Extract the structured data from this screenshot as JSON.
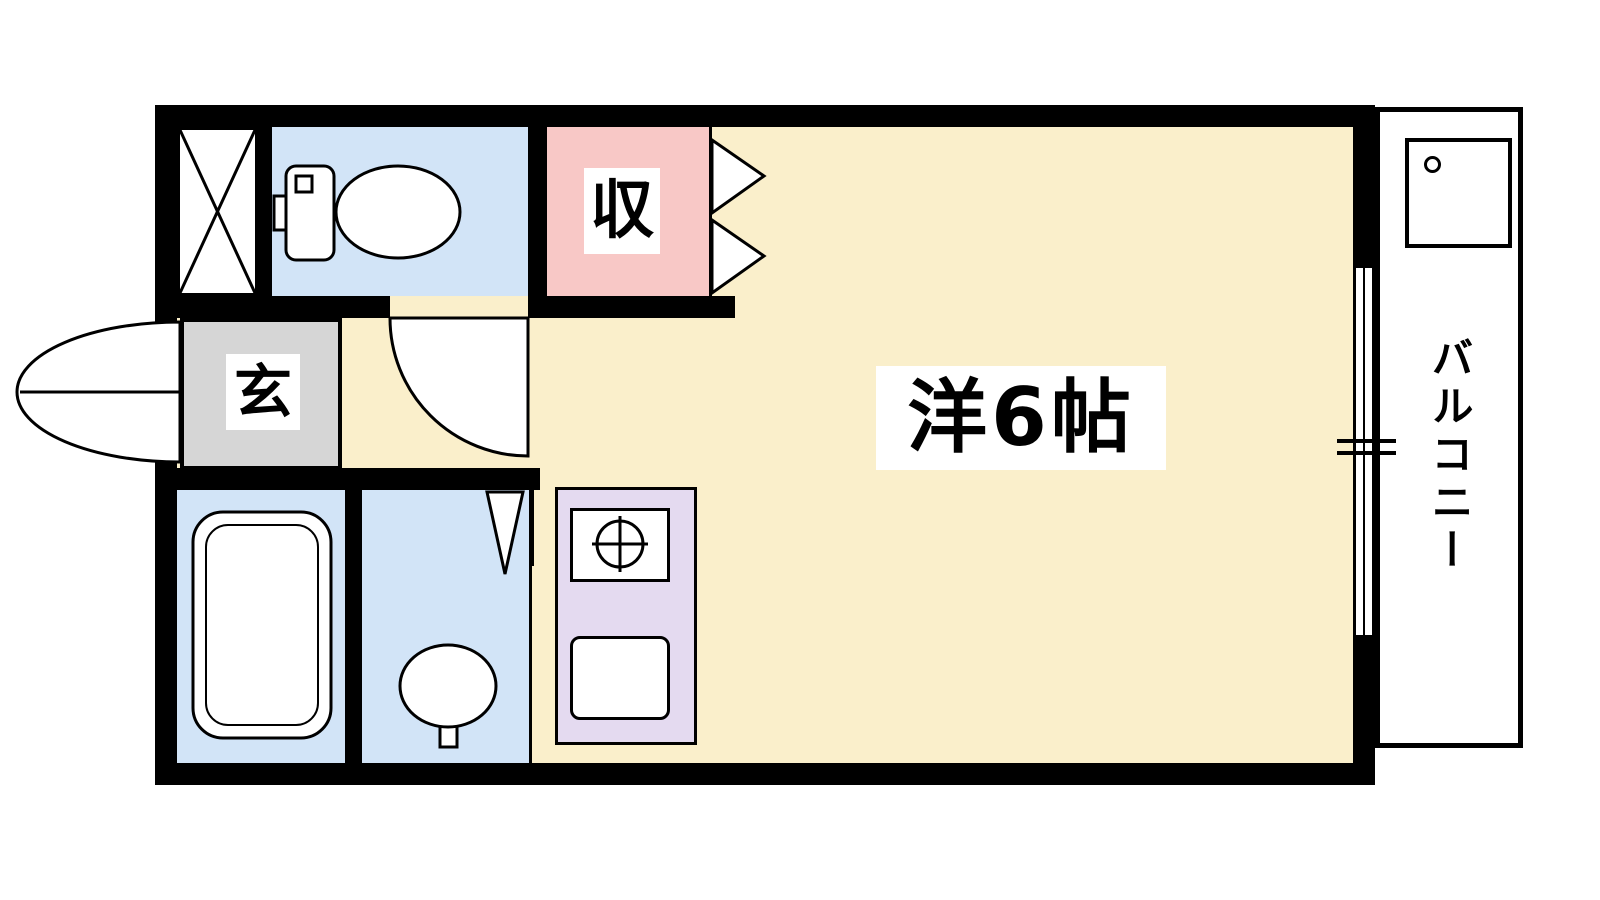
{
  "floorplan": {
    "labels": {
      "main_room": "洋6帖",
      "closet": "収",
      "entrance": "玄",
      "balcony": "バルコニー"
    },
    "colors": {
      "wall": "#000000",
      "main_room_floor": "#FAEFCB",
      "wet_area_floor": "#D2E4F7",
      "closet": "#F8C8C6",
      "entrance": "#D6D6D6",
      "kitchen_counter": "#E4DAF0",
      "balcony": "#FFFFFF",
      "shaft": "#FFFFFF"
    }
  }
}
